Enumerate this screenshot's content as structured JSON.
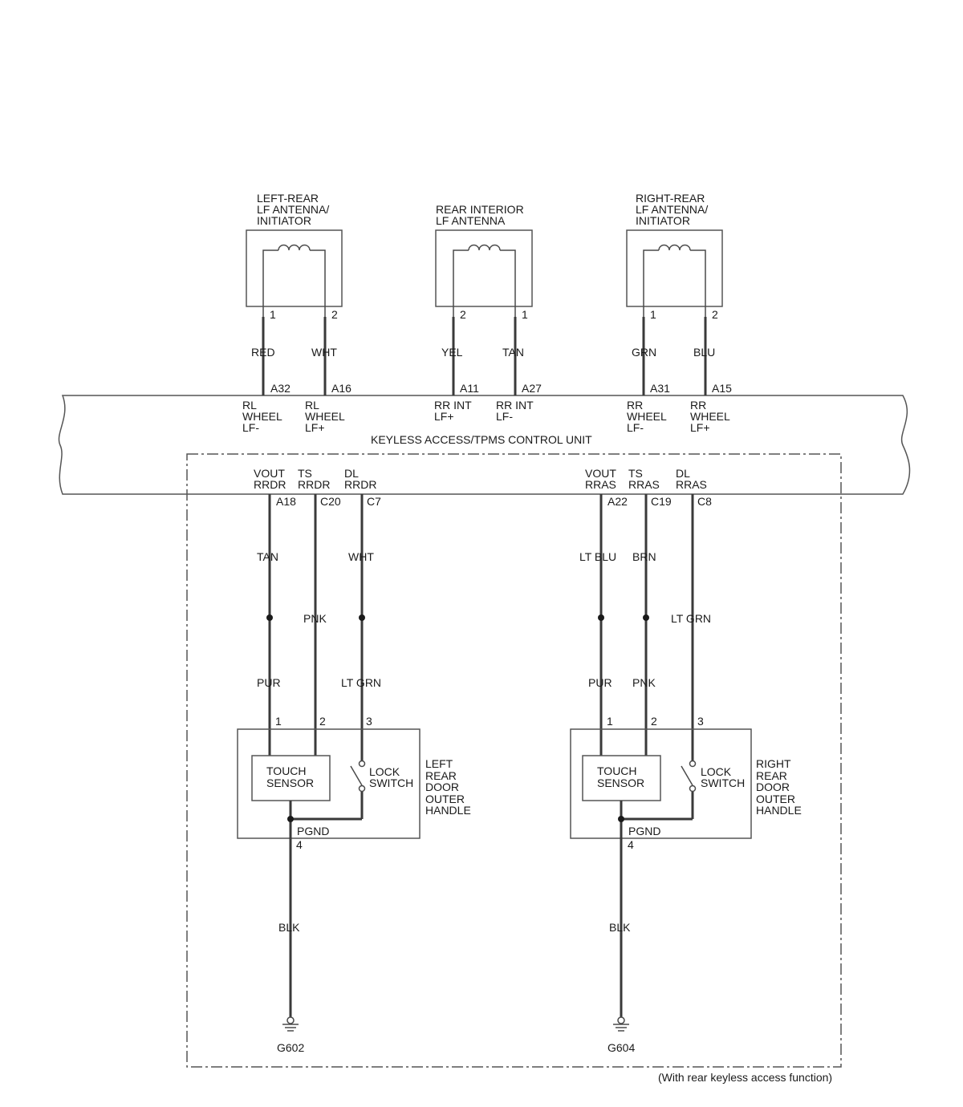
{
  "antennas": [
    {
      "title": [
        "LEFT-REAR",
        "LF ANTENNA/",
        "INITIATOR"
      ],
      "pins": [
        "1",
        "2"
      ],
      "wires": [
        "RED",
        "WHT"
      ],
      "terms": [
        "A32",
        "A16"
      ],
      "signals": [
        [
          "RL",
          "WHEEL",
          "LF-"
        ],
        [
          "RL",
          "WHEEL",
          "LF+"
        ]
      ]
    },
    {
      "title": [
        "REAR INTERIOR",
        "LF ANTENNA"
      ],
      "pins": [
        "2",
        "1"
      ],
      "wires": [
        "YEL",
        "TAN"
      ],
      "terms": [
        "A11",
        "A27"
      ],
      "signals": [
        [
          "RR INT",
          "LF+"
        ],
        [
          "RR INT",
          "LF-"
        ]
      ]
    },
    {
      "title": [
        "RIGHT-REAR",
        "LF ANTENNA/",
        "INITIATOR"
      ],
      "pins": [
        "1",
        "2"
      ],
      "wires": [
        "GRN",
        "BLU"
      ],
      "terms": [
        "A31",
        "A15"
      ],
      "signals": [
        [
          "RR",
          "WHEEL",
          "LF-"
        ],
        [
          "RR",
          "WHEEL",
          "LF+"
        ]
      ]
    }
  ],
  "control_unit": "KEYLESS ACCESS/TPMS CONTROL UNIT",
  "handles": [
    {
      "signals": [
        [
          "VOUT",
          "RRDR"
        ],
        [
          "TS",
          "RRDR"
        ],
        [
          "DL",
          "RRDR"
        ]
      ],
      "terms": [
        "A18",
        "C20",
        "C7"
      ],
      "wires_upper": [
        "TAN",
        "",
        "WHT"
      ],
      "wires_mid": [
        "",
        "PNK",
        ""
      ],
      "wires_lower": [
        "PUR",
        "",
        "LT GRN"
      ],
      "pins": [
        "1",
        "2",
        "3"
      ],
      "sensor": [
        "TOUCH",
        "SENSOR"
      ],
      "switch": [
        "LOCK",
        "SWITCH"
      ],
      "name": [
        "LEFT",
        "REAR",
        "DOOR",
        "OUTER",
        "HANDLE"
      ],
      "pgnd": "PGND",
      "gnd_pin": "4",
      "gnd_wire": "BLK",
      "ground": "G602"
    },
    {
      "signals": [
        [
          "VOUT",
          "RRAS"
        ],
        [
          "TS",
          "RRAS"
        ],
        [
          "DL",
          "RRAS"
        ]
      ],
      "terms": [
        "A22",
        "C19",
        "C8"
      ],
      "wires_upper": [
        "LT BLU",
        "BRN",
        ""
      ],
      "wires_mid": [
        "",
        "",
        "LT GRN"
      ],
      "wires_lower": [
        "PUR",
        "PNK",
        ""
      ],
      "pins": [
        "1",
        "2",
        "3"
      ],
      "sensor": [
        "TOUCH",
        "SENSOR"
      ],
      "switch": [
        "LOCK",
        "SWITCH"
      ],
      "name": [
        "RIGHT",
        "REAR",
        "DOOR",
        "OUTER",
        "HANDLE"
      ],
      "pgnd": "PGND",
      "gnd_pin": "4",
      "gnd_wire": "BLK",
      "ground": "G604"
    }
  ],
  "footnote": "(With rear keyless access function)"
}
